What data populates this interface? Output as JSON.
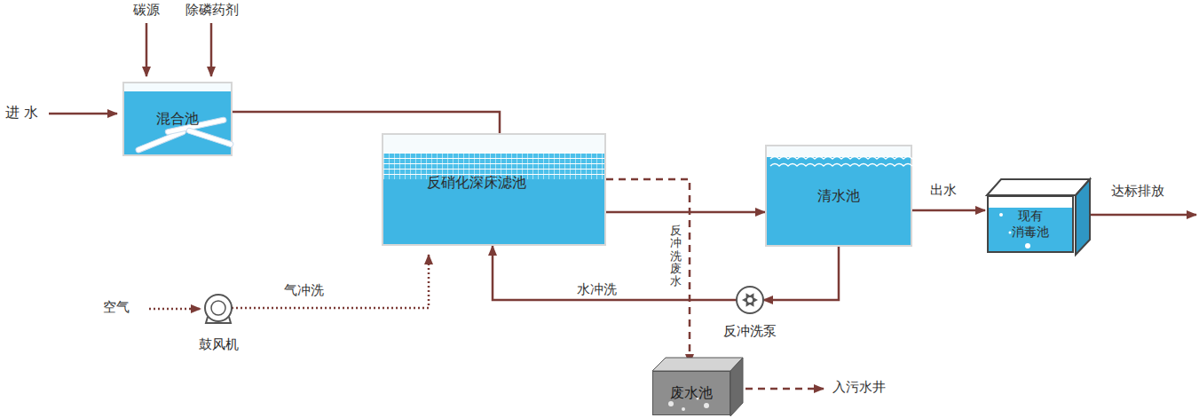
{
  "diagram": {
    "nodes": [
      {
        "text": [
          "混合池"
        ]
      },
      {
        "text": [
          "反硝化深床滤池"
        ]
      },
      {
        "text": [
          "清水池"
        ]
      },
      {
        "text": [
          "现有 消毒池"
        ]
      },
      {
        "text": [
          "废水池"
        ]
      },
      {
        "text": [
          "鼓风机"
        ]
      },
      {
        "text": [
          "反冲洗泵"
        ]
      }
    ],
    "edges": [
      {
        "from": 0,
        "to": 1,
        "arrow": "none"
      },
      {
        "from": 1,
        "to": 2,
        "arrow": "to"
      },
      {
        "from": 2,
        "to": 3,
        "label": "出水",
        "arrow": "to"
      },
      {
        "from": 1,
        "to": 4,
        "label": "反冲洗废水",
        "arrow": "to"
      },
      {
        "from": 2,
        "to": 6,
        "arrow": "to"
      },
      {
        "from": 6,
        "to": 1,
        "label": "水冲洗",
        "arrow": "to"
      },
      {
        "from": 5,
        "to": 1,
        "label": "气冲洗",
        "arrow": "to"
      }
    ],
    "labels": [
      "进 水",
      "碳源",
      "除磷药剂",
      "空气",
      "达标排放",
      "入污水井"
    ]
  }
}
